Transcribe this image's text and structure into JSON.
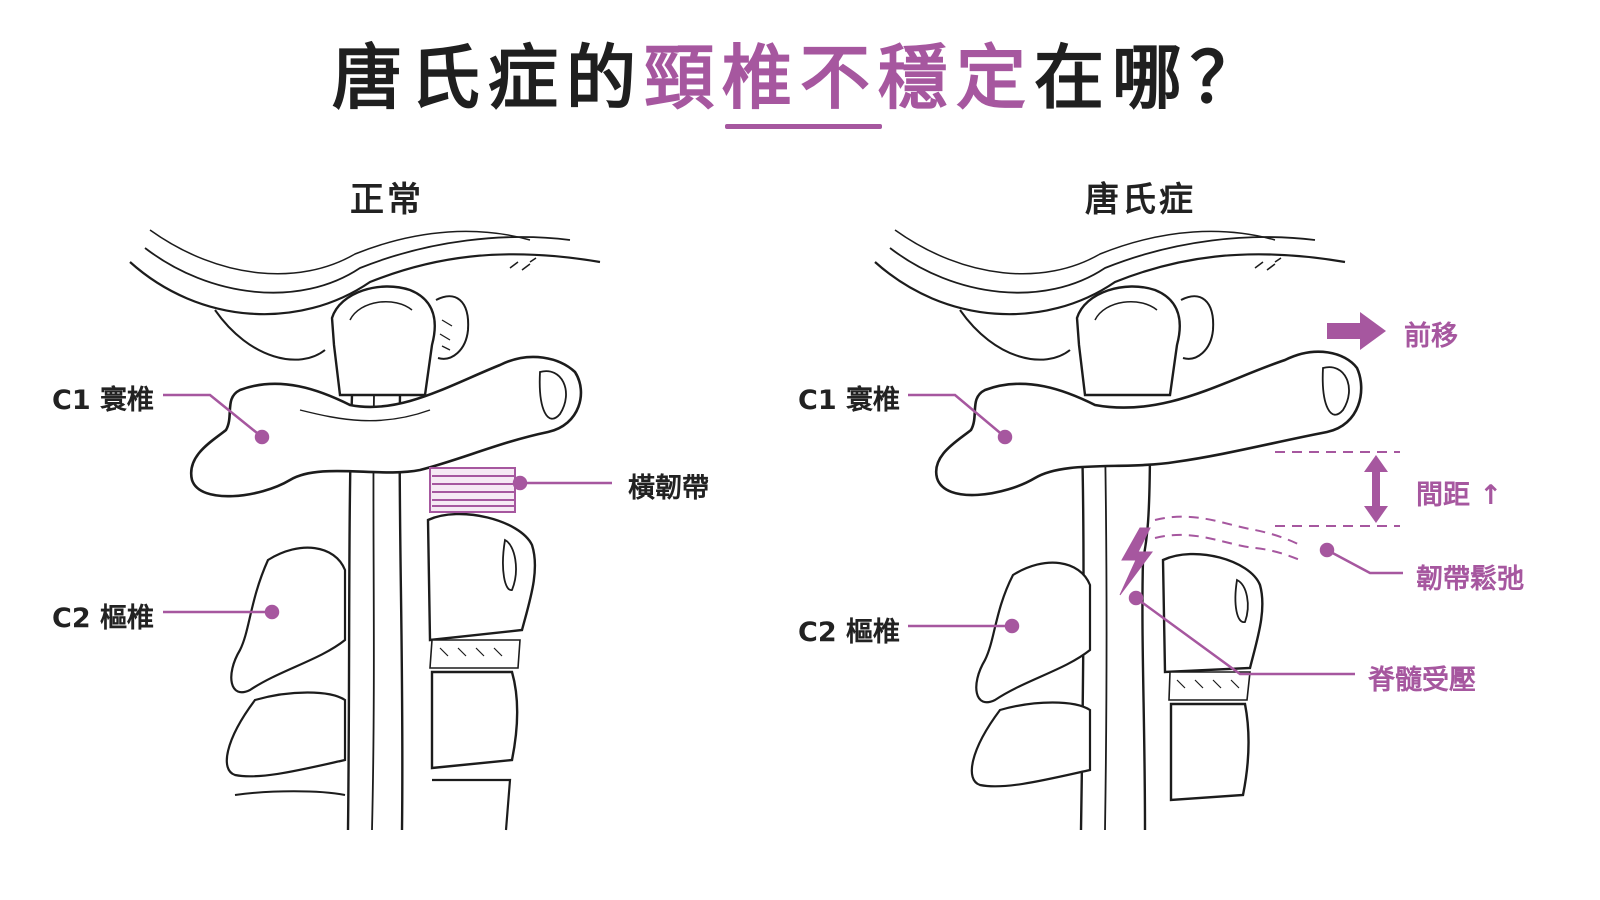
{
  "title": {
    "part1": "唐氏症的",
    "highlight": "頸椎不穩定",
    "part2": "在哪？"
  },
  "panels": {
    "normal": {
      "title": "正常",
      "labels": {
        "c1": "C1 寰椎",
        "c2": "C2 樞椎",
        "ligament": "橫韌帶"
      }
    },
    "down": {
      "title": "唐氏症",
      "labels": {
        "c1": "C1 寰椎",
        "c2": "C2 樞椎",
        "shift": "前移",
        "gap": "間距 ↑",
        "lax": "韌帶鬆弛",
        "cord": "脊髓受壓"
      }
    }
  },
  "colors": {
    "accent": "#a6579f",
    "text": "#222222",
    "line": "#1c1c1c"
  },
  "icons": [
    "arrow-right-icon",
    "double-arrow-vertical-icon",
    "lightning-bolt-icon"
  ]
}
